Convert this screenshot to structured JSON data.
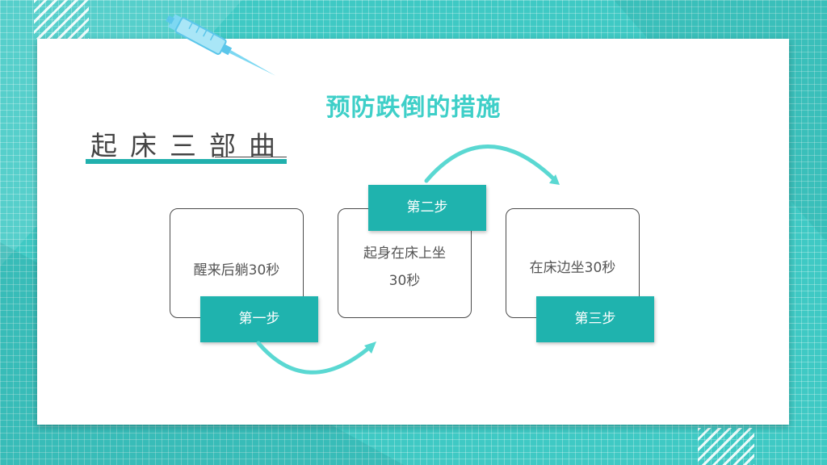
{
  "slide": {
    "title": "预防跌倒的措施",
    "subtitle": "起床三部曲"
  },
  "steps": [
    {
      "label": "第一步",
      "text_lines": [
        "醒来后躺30秒"
      ]
    },
    {
      "label": "第二步",
      "text_lines": [
        "起身在床上坐",
        "30秒"
      ]
    },
    {
      "label": "第三步",
      "text_lines": [
        "在床边坐30秒"
      ]
    }
  ],
  "colors": {
    "accent": "#1fb3ae",
    "title": "#3ecfc8",
    "background": "#3fc9c4",
    "arrow": "#5ad8d2"
  },
  "icons": [
    "syringe-icon",
    "curved-arrow-icon"
  ]
}
